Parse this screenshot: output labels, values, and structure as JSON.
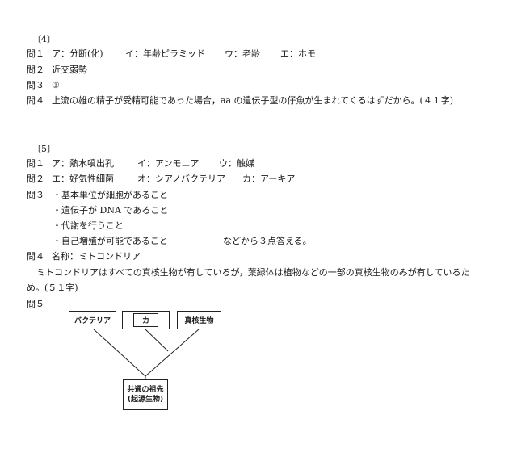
{
  "section4": {
    "heading": "〔4〕",
    "q1": {
      "label": "問１",
      "a": "ア：分断(化)",
      "i": "イ：年齢ピラミッド",
      "u": "ウ：老齢",
      "e": "エ：ホモ"
    },
    "q2": {
      "label": "問２",
      "answer": "近交弱勢"
    },
    "q3": {
      "label": "問３",
      "answer": "③"
    },
    "q4": {
      "label": "問４",
      "answer": "上流の雄の精子が受精可能であった場合，aa の遺伝子型の仔魚が生まれてくるはずだから。(４１字)"
    }
  },
  "section5": {
    "heading": "〔5〕",
    "q1": {
      "label": "問１",
      "a": "ア：熱水噴出孔",
      "i": "イ：アンモニア",
      "u": "ウ：触媒"
    },
    "q2": {
      "label": "問２",
      "e": "エ：好気性細菌",
      "o": "オ：シアノバクテリア",
      "ka": "カ：アーキア"
    },
    "q3": {
      "label": "問３",
      "items": [
        "・基本単位が細胞があること",
        "・遺伝子が DNA であること",
        "・代謝を行うこと",
        "・自己増殖が可能であること"
      ],
      "tail": "などから３点答える。"
    },
    "q4": {
      "label": "問４",
      "name": "名称：ミトコンドリア",
      "explanation_line1": "ミトコンドリアはすべての真核生物が有しているが，葉緑体は植物などの一部の真核生物のみが有しているた",
      "explanation_line2": "め。(５１字)"
    },
    "q5": {
      "label": "問５",
      "tree": {
        "leaves": [
          "バクテリア",
          "カ",
          "真核生物"
        ],
        "root_line1": "共通の祖先",
        "root_line2": "(起源生物)"
      }
    }
  }
}
